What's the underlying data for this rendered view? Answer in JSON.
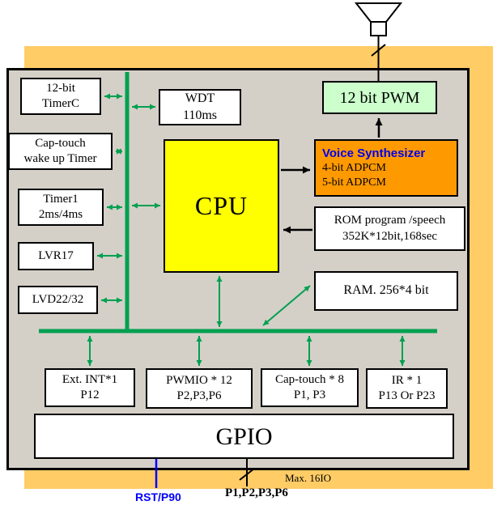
{
  "colors": {
    "bus_green": "#00A050",
    "cpu_yellow": "#FFFF00",
    "voice_orange": "#FF9900",
    "pwm_green": "#CCFFCC",
    "band_orange": "#FFCC66",
    "chip_gray": "#D4D0C8",
    "accent_blue": "#0000FF"
  },
  "pwm": {
    "label": "12 bit PWM"
  },
  "wdt": {
    "lines": [
      "WDT",
      "110ms"
    ]
  },
  "left_modules": [
    {
      "lines": [
        "12-bit",
        "TimerC"
      ]
    },
    {
      "lines": [
        "Cap-touch",
        "wake up Timer"
      ]
    },
    {
      "lines": [
        "Timer1",
        "2ms/4ms"
      ]
    },
    {
      "lines": [
        "LVR17"
      ]
    },
    {
      "lines": [
        "LVD22/32"
      ]
    }
  ],
  "cpu": {
    "label": "CPU"
  },
  "voice": {
    "title": "Voice Synthesizer",
    "lines": [
      "4-bit ADPCM",
      "5-bit ADPCM"
    ]
  },
  "rom": {
    "lines": [
      "ROM program /speech",
      "352K*12bit,168sec"
    ]
  },
  "ram": {
    "label": "RAM. 256*4 bit"
  },
  "io_modules": [
    {
      "lines": [
        "Ext. INT*1",
        "P12"
      ]
    },
    {
      "lines": [
        "PWMIO * 12",
        "P2,P3,P6"
      ]
    },
    {
      "lines": [
        "Cap-touch * 8",
        "P1, P3"
      ]
    },
    {
      "lines": [
        "IR * 1",
        "P13 Or P23"
      ]
    }
  ],
  "gpio": {
    "label": "GPIO"
  },
  "annotations": {
    "rst": "RST/P90",
    "ports": "P1,P2,P3,P6",
    "max_io": "Max. 16IO"
  }
}
